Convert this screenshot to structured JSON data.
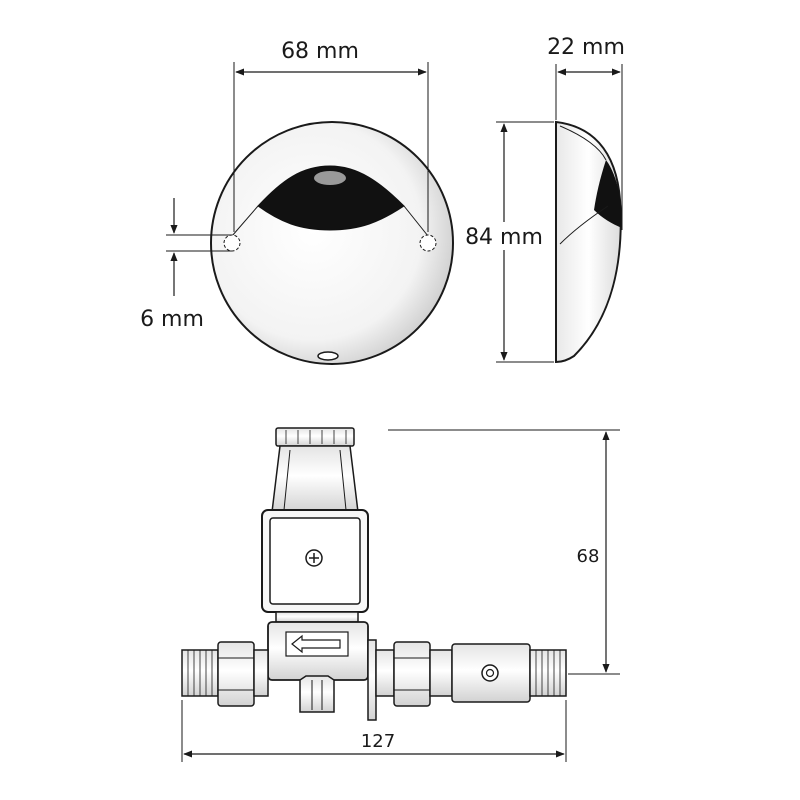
{
  "sensor": {
    "width_label": "68 mm",
    "depth_label": "22 mm",
    "height_label": "84 mm",
    "hole_label": "6 mm"
  },
  "valve": {
    "height_label": "68",
    "length_label": "127"
  },
  "colors": {
    "line": "#1a1a1a",
    "background": "#ffffff",
    "sensor_window": "#111111"
  }
}
